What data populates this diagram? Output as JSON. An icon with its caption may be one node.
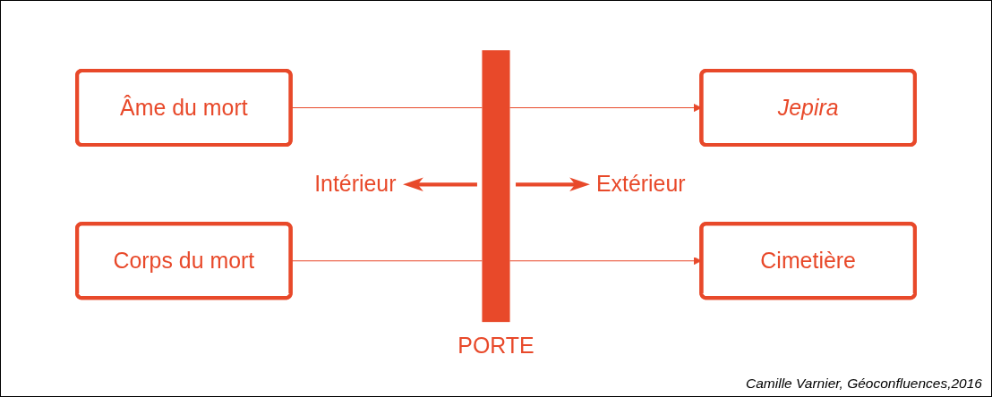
{
  "diagram": {
    "caption": "Camille Varnier, Géoconfluences,2016",
    "nodes": [
      {
        "text": [
          "Âme du mort"
        ]
      },
      {
        "text": [
          "PORTE"
        ]
      },
      {
        "text": [
          "Jepira"
        ]
      },
      {
        "text": [
          "Corps du mort"
        ]
      },
      {
        "text": [
          "Cimetière"
        ]
      }
    ],
    "edges": [
      {
        "from": 0,
        "to": 1,
        "arrow": "none"
      },
      {
        "from": 1,
        "to": 2,
        "arrow": "to"
      },
      {
        "from": 3,
        "to": 1,
        "arrow": "none"
      },
      {
        "from": 1,
        "to": 4,
        "arrow": "to"
      }
    ],
    "labels": [
      "Intérieur",
      "Extérieur"
    ]
  }
}
